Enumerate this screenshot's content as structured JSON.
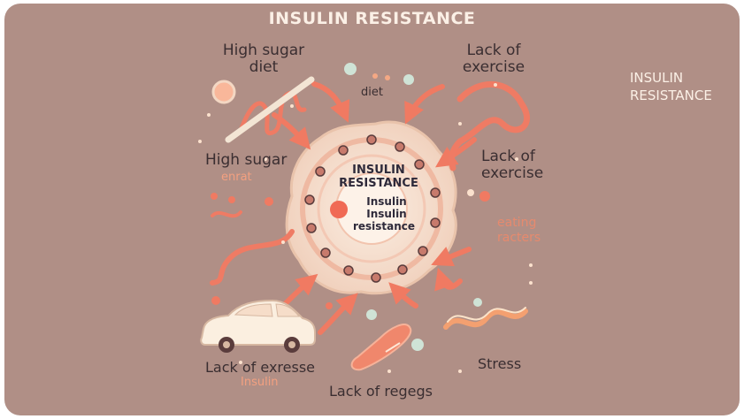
{
  "title": "INSULIN RESISTANCE",
  "side_label": {
    "line1": "INSULIN",
    "line2": "RESISTANCE"
  },
  "center": {
    "line1": "INSULIN",
    "line2": "RESISTANCE",
    "inner1": "Insulin",
    "inner2": "Insulin",
    "inner3": "resistance"
  },
  "labels": {
    "high_sugar_diet_1": "High sugar",
    "high_sugar_diet_2": "diet",
    "lack_exercise_top_1": "Lack of",
    "lack_exercise_top_2": "exercise",
    "diet_small": "diet",
    "high_sugar_mid": "High sugar",
    "enrat": "enrat",
    "lack_exercise_right_1": "Lack of",
    "lack_exercise_right_2": "exercise",
    "eating_1": "eating",
    "eating_2": "racters",
    "stress": "Stress",
    "lack_exresse": "Lack of exresse",
    "insulin_small": "Insulin",
    "lack_regegs": "Lack of regegs"
  },
  "colors": {
    "background": "#b08f86",
    "accent": "#f07a62",
    "cell": "#f4dcc8",
    "ink": "#3a2e31",
    "light_text": "#fbf0e6"
  }
}
